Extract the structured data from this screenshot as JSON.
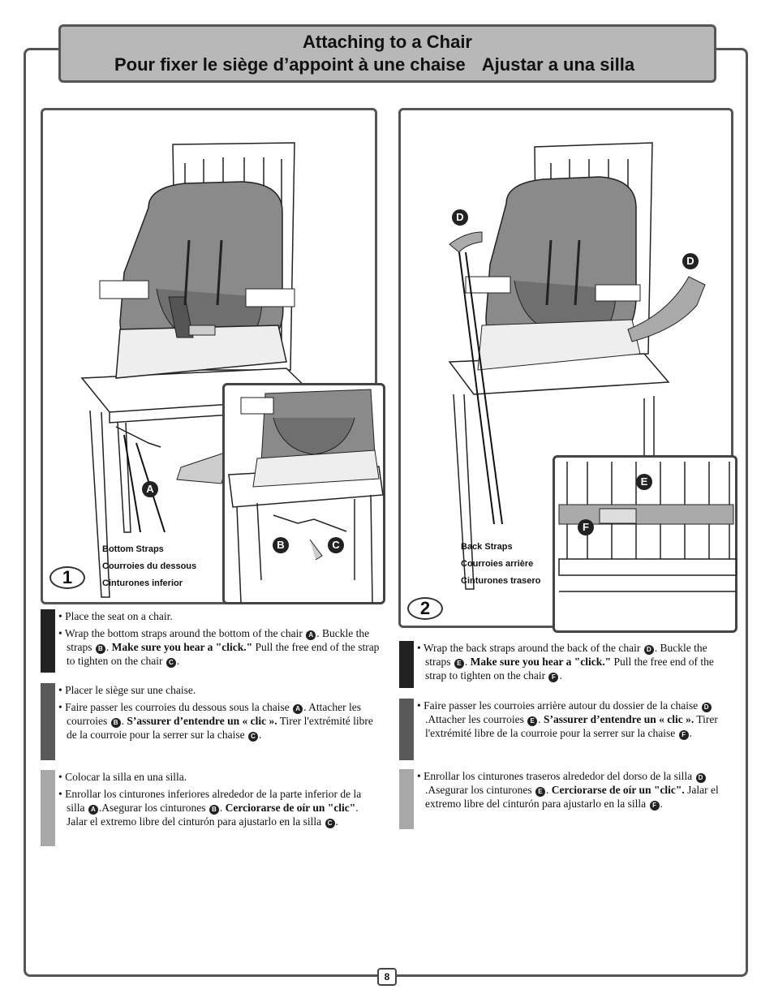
{
  "title": {
    "english": "Attaching to a Chair",
    "french": "Pour fixer le siège d’appoint à une chaise",
    "spanish": "Ajustar a una silla"
  },
  "colors": {
    "english_bar": "#222222",
    "french_bar": "#595959",
    "spanish_bar": "#a8a8a8",
    "title_bg": "#b8b8b8",
    "seat_gray": "#8a8a8a"
  },
  "step1": {
    "number": "1",
    "labels": {
      "en": "Bottom Straps",
      "fr": "Courroies du dessous",
      "es": "Cinturones inferior"
    },
    "callouts": [
      "A",
      "B",
      "C"
    ],
    "en": {
      "b1": "Place the seat on a chair.",
      "b2a": "Wrap the bottom straps around the bottom of the chair",
      "b2b": ". Buckle the straps",
      "b2c": ". ",
      "b2bold": "Make sure you hear a \"click.\"",
      "b2d": " Pull the free end of the strap to tighten on the chair",
      "b2e": "."
    },
    "fr": {
      "b1": "Placer le siège sur une chaise.",
      "b2a": "Faire passer les courroies du dessous sous la chaise",
      "b2b": ". Attacher les courroies",
      "b2c": ". ",
      "b2bold": "S’assurer d’entendre un « clic ».",
      "b2d": " Tirer l'extrémité libre de la courroie pour la serrer sur la chaise",
      "b2e": "."
    },
    "es": {
      "b1": "Colocar la silla en una silla.",
      "b2a": "Enrollar los cinturones inferiores alrededor de la parte inferior de la silla",
      "b2b": ".Asegurar los cinturones",
      "b2c": ". ",
      "b2bold": "Cerciorarse de oír un \"clic\"",
      "b2d": ". Jalar el extremo libre del cinturón para ajustarlo en la silla",
      "b2e": "."
    }
  },
  "step2": {
    "number": "2",
    "labels": {
      "en": "Back Straps",
      "fr": "Courroies arrière",
      "es": "Cinturones trasero"
    },
    "callouts": [
      "D",
      "D",
      "E",
      "F"
    ],
    "en": {
      "b1a": "Wrap the back straps around the back of the chair",
      "b1b": ". Buckle the straps",
      "b1c": ". ",
      "b1bold": "Make sure you hear a \"click.\"",
      "b1d": " Pull the free end of the strap to tighten on the chair",
      "b1e": "."
    },
    "fr": {
      "b1a": "Faire passer les courroies arrière autour du dossier de la chaise",
      "b1b": ".Attacher les courroies",
      "b1c": ". ",
      "b1bold": "S’assurer d’entendre un « clic ».",
      "b1d": " Tirer l'extrémité libre de la courroie pour la serrer sur la chaise",
      "b1e": "."
    },
    "es": {
      "b1a": "Enrollar los cinturones traseros alrededor del dorso de la silla",
      "b1b": ".Asegurar los cinturones",
      "b1c": ". ",
      "b1bold": "Cerciorarse de oír un \"clic\".",
      "b1d": " Jalar el extremo libre del cinturón para ajustarlo en la silla",
      "b1e": "."
    }
  },
  "page_number": "8"
}
